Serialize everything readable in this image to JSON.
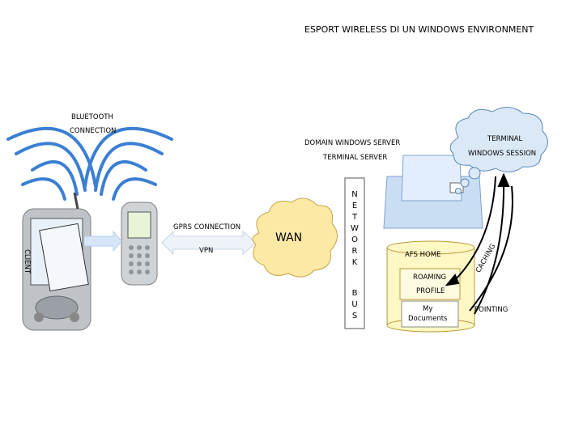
{
  "title": "ESPORT WIRELESS DI UN WINDOWS ENVIRONMENT",
  "bluetooth": {
    "line1": "BLUETOOTH",
    "line2": "CONNECTION"
  },
  "client_label": "CLIENT",
  "gprs_label": "GPRS CONNECTION",
  "vpn_label": "VPN",
  "wan_label": "WAN",
  "domain_server": "DOMAIN WINDOWS SERVER",
  "terminal_server": "TERMINAL SERVER",
  "network_bus": {
    "letters1": [
      "N",
      "E",
      "T",
      "W",
      "O",
      "R",
      "K"
    ],
    "letters2": [
      "B",
      "U",
      "S"
    ]
  },
  "cloud": {
    "line1": "TERMINAL",
    "line2": "WINDOWS SESSION"
  },
  "caching_label": "CACHING",
  "pointing_label": "POINTING",
  "afs": {
    "home": "AFS HOME",
    "roaming": "ROAMING",
    "profile": "PROFILE",
    "docs1": "My",
    "docs2": "Documents"
  },
  "colors": {
    "accent_blue": "#3b7fd4",
    "cloud_fill": "#fde9a6",
    "afs_fill": "#fff7c4",
    "thin_client_blue": "#c9ddf3",
    "tsession_cloud": "#dbe9f7"
  }
}
